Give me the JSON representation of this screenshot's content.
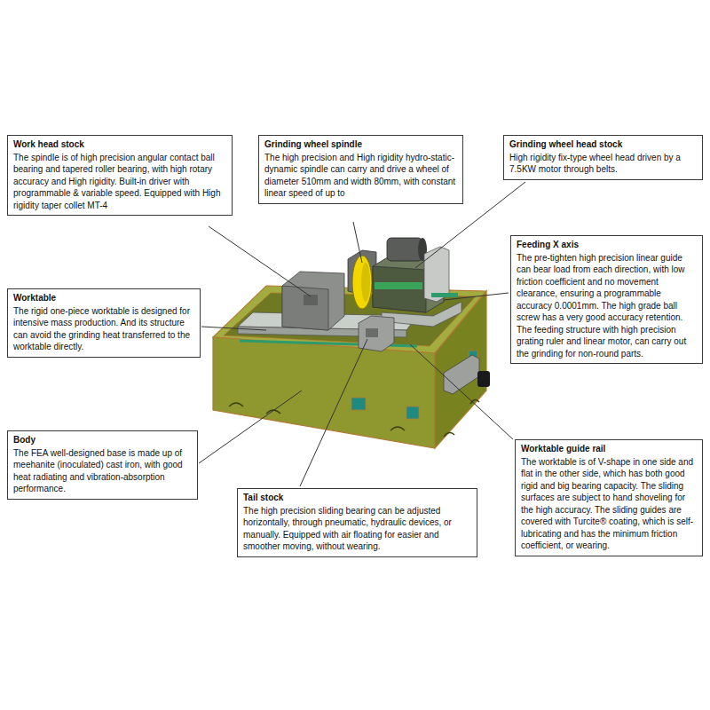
{
  "diagram": {
    "nodes": [
      {
        "text": [
          "Work head stock",
          "The spindle is of high precision angular contact ball bearing and tapered roller bearing, with high rotary accuracy and High rigidity. Built-in driver with programmable & variable speed. Equipped with High rigidity taper collet MT-4"
        ]
      },
      {
        "text": [
          "Grinding wheel spindle",
          "The high precision and High rigidity hydro-static-dynamic spindle can carry and drive a wheel of diameter 510mm and width 80mm, with constant linear speed of up to"
        ]
      },
      {
        "text": [
          "Grinding wheel head stock",
          "High rigidity fix-type wheel head driven by a 7.5KW motor through belts."
        ]
      },
      {
        "text": [
          "Feeding X axis",
          "The pre-tighten high precision linear guide can bear load from each direction, with low friction coefficient and no movement clearance, ensuring a programmable accuracy 0.0001mm. The high grade ball screw has a very good accuracy retention. The feeding structure with high precision grating ruler and linear motor, can carry out the grinding for non-round parts."
        ]
      },
      {
        "text": [
          "Worktable",
          "The rigid one-piece worktable is designed for intensive mass production. And its structure can avoid the grinding heat transferred to the worktable directly."
        ]
      },
      {
        "text": [
          "Body",
          "The FEA well-designed base is made up of meehanite (inoculated) cast iron, with good heat radiating and vibration-absorption performance."
        ]
      },
      {
        "text": [
          "Worktable guide rail",
          "The worktable is of V-shape in one side and flat in the other side, which has both good rigid and big bearing capacity. The sliding surfaces are subject to hand shoveling for the high accuracy. The sliding guides are covered with Turcite® coating, which is self-lubricating and has the minimum friction coefficient, or wearing."
        ]
      },
      {
        "text": [
          "Tail stock",
          "The high precision sliding bearing can be adjusted horizontally, through pneumatic, hydraulic devices, or manually. Equipped with air floating for easier and smoother moving, without wearing."
        ]
      }
    ]
  }
}
